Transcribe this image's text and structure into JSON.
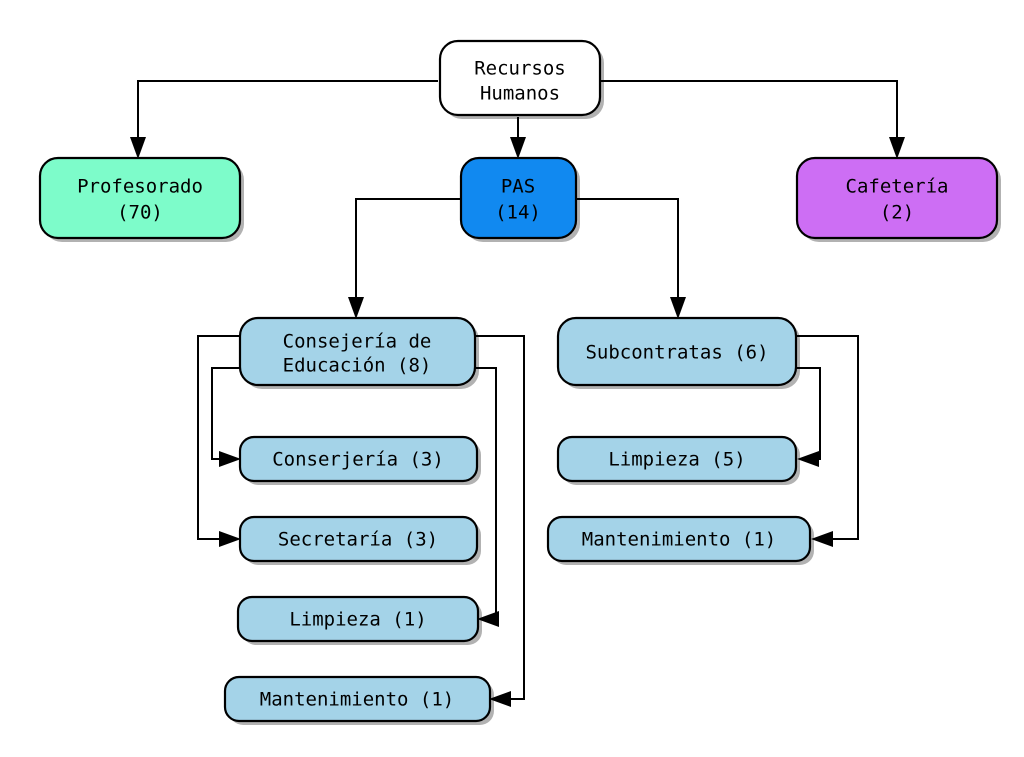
{
  "diagram": {
    "title": "Recursos Humanos",
    "type": "organizational-tree",
    "background": "#ffffff",
    "colors": {
      "root": "#ffffff",
      "profesorado": "#7dfcca",
      "pas": "#1189f0",
      "cafeteria": "#cd6ef4",
      "light_blue": "#a4d3e8",
      "stroke": "#000000",
      "text": "#000000"
    },
    "nodes": {
      "root": {
        "id": "recursos-humanos",
        "line1": "Recursos",
        "line2": "Humanos",
        "fill": "#ffffff"
      },
      "profesorado": {
        "id": "profesorado",
        "line1": "Profesorado",
        "line2": "(70)",
        "count": 70,
        "fill": "#7dfcca"
      },
      "pas": {
        "id": "pas",
        "line1": "PAS",
        "line2": "(14)",
        "count": 14,
        "fill": "#1189f0"
      },
      "cafeteria": {
        "id": "cafeteria",
        "line1": "Cafetería",
        "line2": "(2)",
        "count": 2,
        "fill": "#cd6ef4"
      },
      "consejeria_educacion": {
        "id": "consejeria-de-educacion",
        "line1": "Consejería de",
        "line2": "Educación (8)",
        "count": 8,
        "fill": "#a4d3e8"
      },
      "subcontratas": {
        "id": "subcontratas",
        "line1": "Subcontratas (6)",
        "count": 6,
        "fill": "#a4d3e8"
      },
      "conserjeria": {
        "id": "conserjeria",
        "line1": "Conserjería (3)",
        "count": 3,
        "fill": "#a4d3e8"
      },
      "secretaria": {
        "id": "secretaria",
        "line1": "Secretaría (3)",
        "count": 3,
        "fill": "#a4d3e8"
      },
      "limpieza_ce": {
        "id": "limpieza-consejeria",
        "line1": "Limpieza (1)",
        "count": 1,
        "fill": "#a4d3e8"
      },
      "mantenimiento_ce": {
        "id": "mantenimiento-consejeria",
        "line1": "Mantenimiento (1)",
        "count": 1,
        "fill": "#a4d3e8"
      },
      "limpieza_sub": {
        "id": "limpieza-subcontratas",
        "line1": "Limpieza (5)",
        "count": 5,
        "fill": "#a4d3e8"
      },
      "mantenimiento_sub": {
        "id": "mantenimiento-subcontratas",
        "line1": "Mantenimiento (1)",
        "count": 1,
        "fill": "#a4d3e8"
      }
    },
    "edges": [
      {
        "from": "recursos-humanos",
        "to": "profesorado"
      },
      {
        "from": "recursos-humanos",
        "to": "pas"
      },
      {
        "from": "recursos-humanos",
        "to": "cafeteria"
      },
      {
        "from": "pas",
        "to": "consejeria-de-educacion"
      },
      {
        "from": "pas",
        "to": "subcontratas"
      },
      {
        "from": "consejeria-de-educacion",
        "to": "conserjeria"
      },
      {
        "from": "consejeria-de-educacion",
        "to": "secretaria"
      },
      {
        "from": "consejeria-de-educacion",
        "to": "limpieza-consejeria"
      },
      {
        "from": "consejeria-de-educacion",
        "to": "mantenimiento-consejeria"
      },
      {
        "from": "subcontratas",
        "to": "limpieza-subcontratas"
      },
      {
        "from": "subcontratas",
        "to": "mantenimiento-subcontratas"
      }
    ]
  }
}
